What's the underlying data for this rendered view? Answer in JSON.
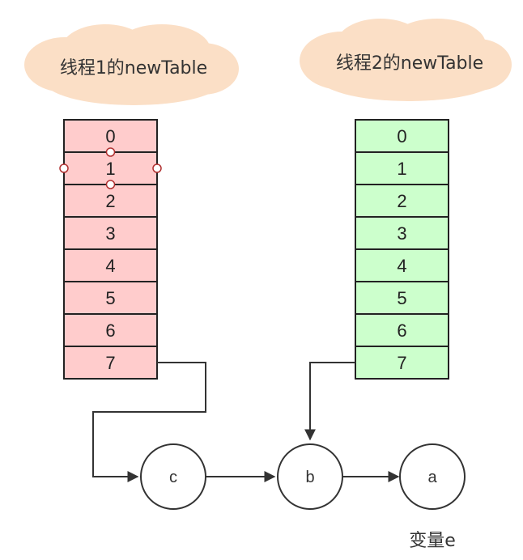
{
  "table1": {
    "label": "线程1的newTable",
    "cells": [
      "0",
      "1",
      "2",
      "3",
      "4",
      "5",
      "6",
      "7"
    ],
    "fill": "#ffcccc"
  },
  "table2": {
    "label": "线程2的newTable",
    "cells": [
      "0",
      "1",
      "2",
      "3",
      "4",
      "5",
      "6",
      "7"
    ],
    "fill": "#ccffcc"
  },
  "nodes": {
    "c": "c",
    "b": "b",
    "a": "a"
  },
  "variable_label": "变量e",
  "colors": {
    "cloud": "#fbdfc6",
    "stroke": "#222222",
    "arrow": "#333333",
    "handle": "#b03030"
  }
}
